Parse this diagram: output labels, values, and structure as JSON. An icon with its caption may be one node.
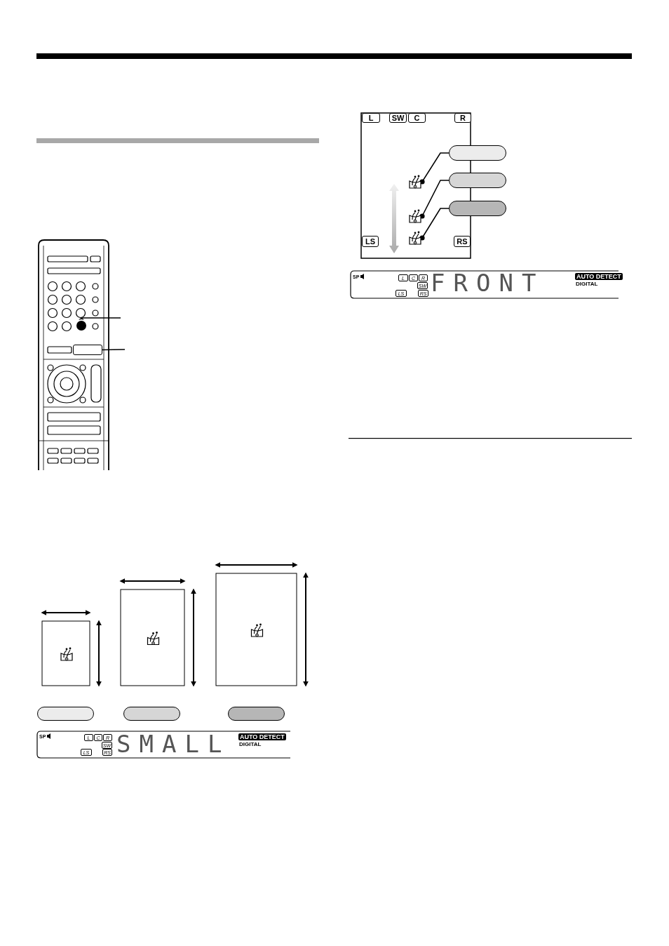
{
  "diagram": {
    "nodes": [
      {
        "text": [
          "L"
        ]
      },
      {
        "text": [
          "SW"
        ]
      },
      {
        "text": [
          "C"
        ]
      },
      {
        "text": [
          "R"
        ]
      },
      {
        "text": [],
        "shape": "box"
      },
      {
        "text": [],
        "shape": "box"
      },
      {
        "text": [],
        "shape": "box"
      },
      {
        "text": [],
        "shape": "picture"
      },
      {
        "text": [],
        "shape": "picture"
      },
      {
        "text": [],
        "shape": "picture"
      },
      {
        "text": [
          "LS"
        ]
      },
      {
        "text": [
          "RS"
        ]
      },
      {
        "text": [
          "L"
        ]
      },
      {
        "text": [
          "C"
        ]
      },
      {
        "text": [
          "R"
        ]
      },
      {
        "text": [
          "SW"
        ]
      },
      {
        "text": [
          "LS"
        ]
      },
      {
        "text": [
          "RS"
        ]
      },
      {
        "text": [],
        "shape": "circle"
      },
      {
        "text": [],
        "shape": "box"
      },
      {
        "text": [],
        "shape": "box"
      },
      {
        "text": [],
        "shape": "box"
      },
      {
        "text": [],
        "shape": "box"
      },
      {
        "text": [
          "L"
        ]
      },
      {
        "text": [
          "C"
        ]
      },
      {
        "text": [
          "R"
        ]
      },
      {
        "text": [
          "SW"
        ]
      },
      {
        "text": [
          "LS"
        ]
      },
      {
        "text": [
          "RS"
        ]
      }
    ],
    "edges": [
      {
        "from": 7,
        "to": 4,
        "arrow": "other"
      },
      {
        "from": 8,
        "to": 5,
        "arrow": "other"
      },
      {
        "from": 9,
        "to": 6,
        "arrow": "other"
      },
      {
        "from": 18,
        "to": null,
        "arrow": "other"
      },
      {
        "from": 19,
        "to": null,
        "arrow": "none"
      }
    ],
    "labels": [
      "SP",
      "FRONT",
      "AUTO DETECT",
      "DIGITAL",
      "SP",
      "SMALL",
      "AUTO DETECT",
      "DIGITAL"
    ]
  }
}
